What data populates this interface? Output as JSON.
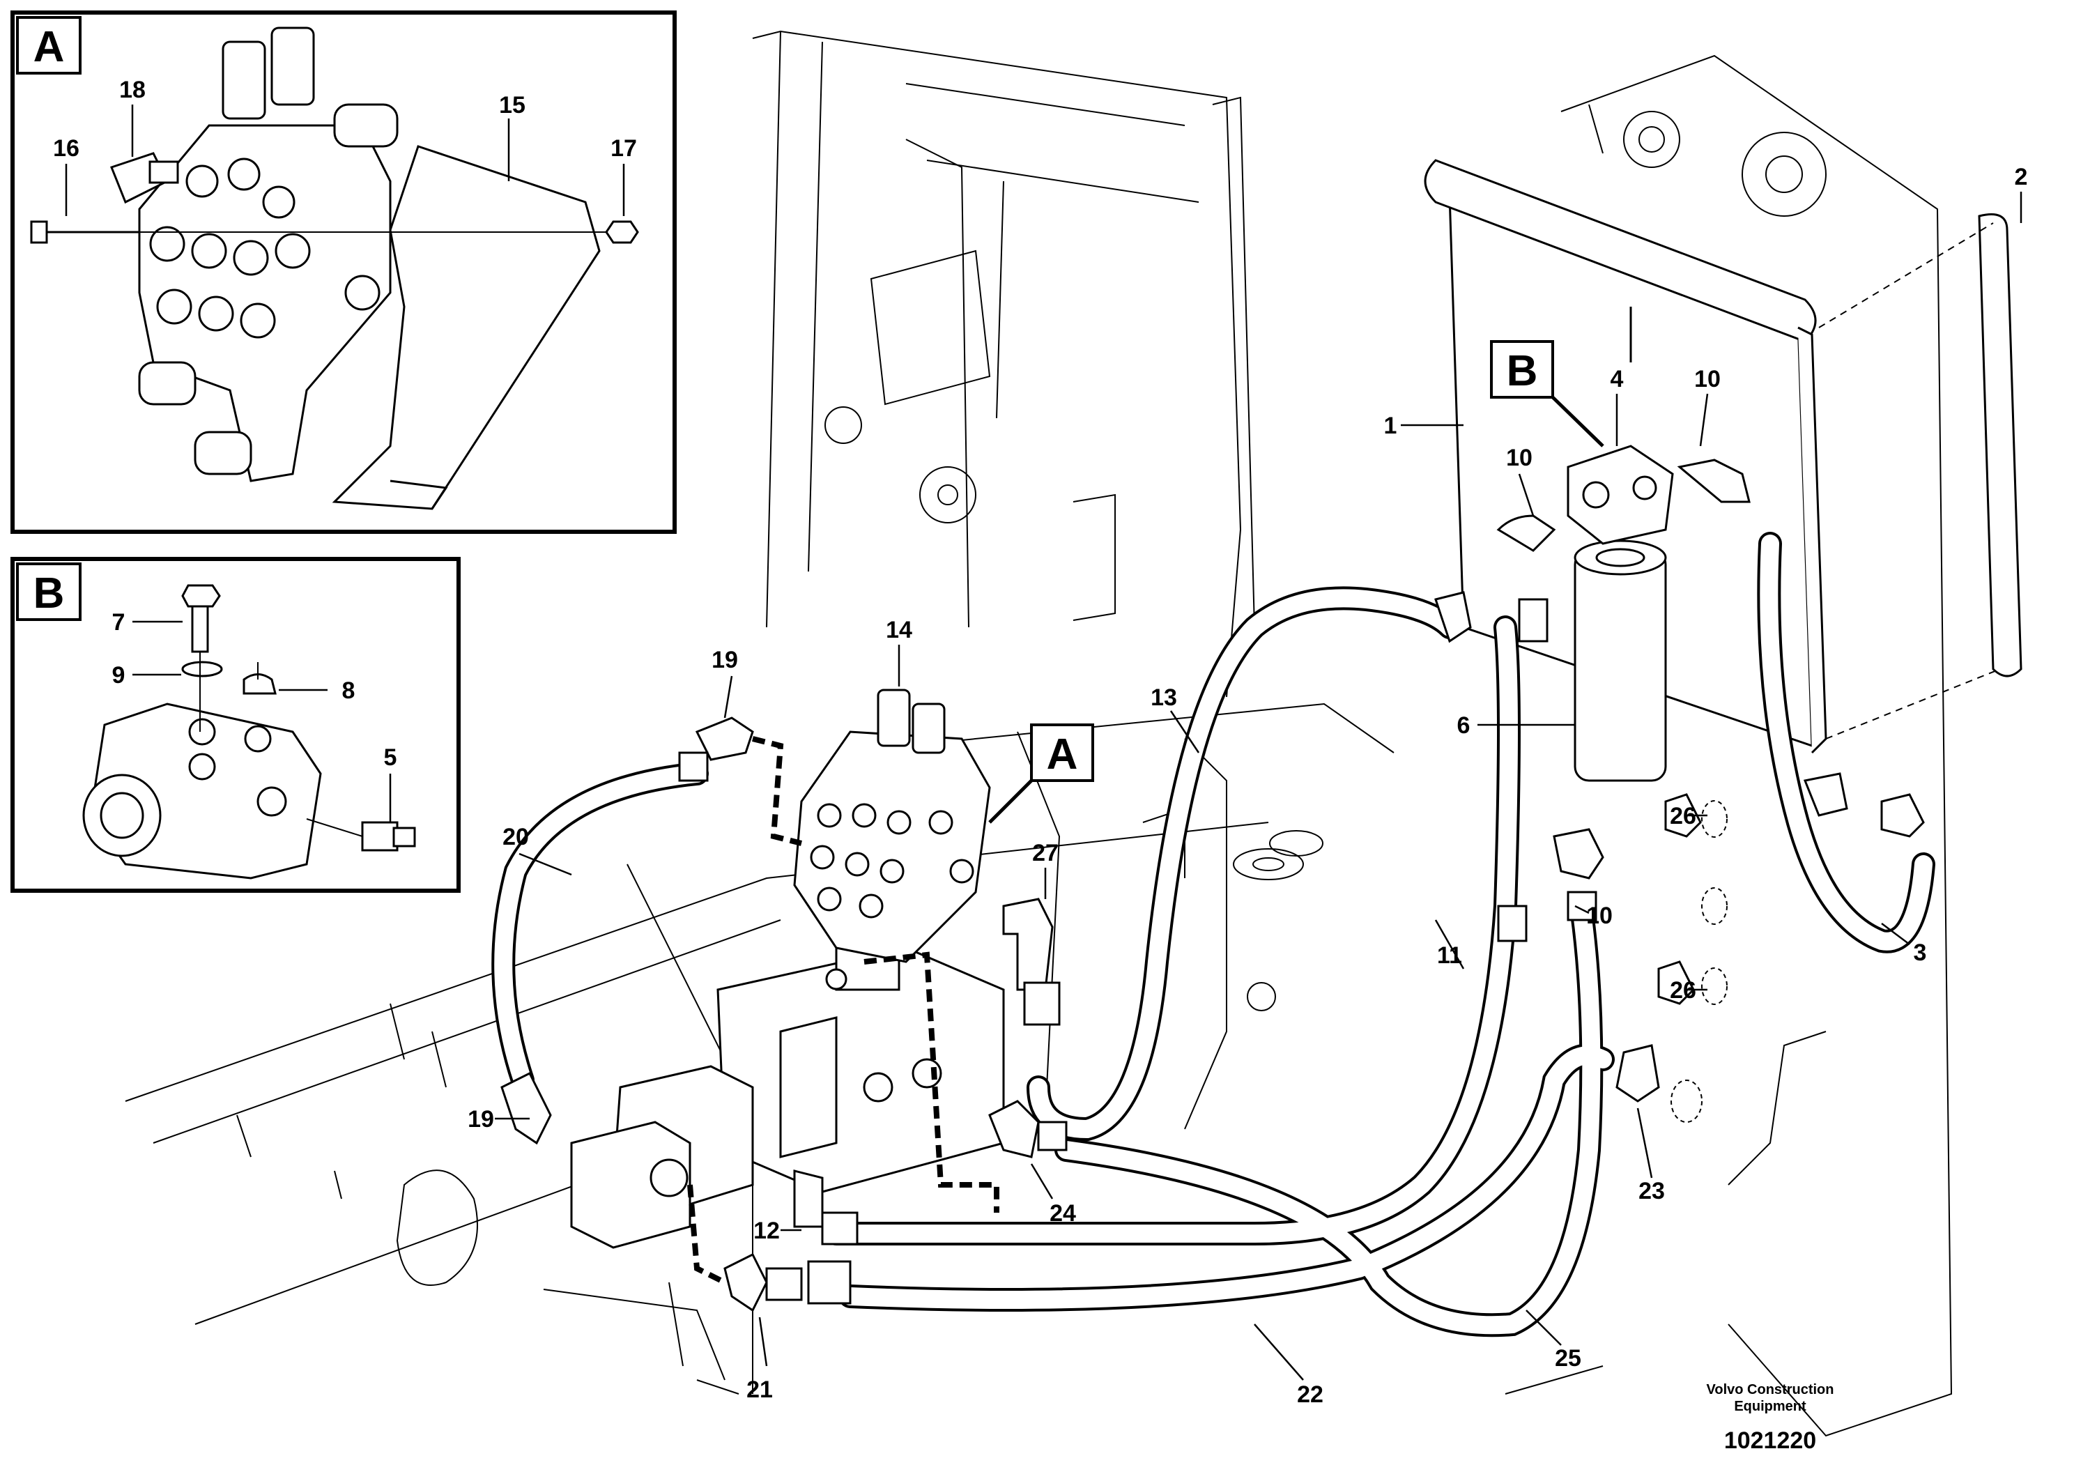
{
  "inset_a": {
    "tag": "A",
    "callouts": [
      "15",
      "16",
      "17",
      "18"
    ]
  },
  "inset_b": {
    "tag": "B",
    "callouts": [
      "5",
      "7",
      "8",
      "9"
    ]
  },
  "main_tags": {
    "a": "A",
    "b": "B"
  },
  "callouts": {
    "c1": "1",
    "c2": "2",
    "c3": "3",
    "c4": "4",
    "c6": "6",
    "c10a": "10",
    "c10b": "10",
    "c10c": "10",
    "c11": "11",
    "c12": "12",
    "c13": "13",
    "c14": "14",
    "c19a": "19",
    "c19b": "19",
    "c20": "20",
    "c21": "21",
    "c22": "22",
    "c23": "23",
    "c24": "24",
    "c25": "25",
    "c26a": "26",
    "c26b": "26",
    "c27": "27"
  },
  "footer": {
    "company_line1": "Volvo Construction",
    "company_line2": "Equipment",
    "drawing_number": "1021220"
  }
}
